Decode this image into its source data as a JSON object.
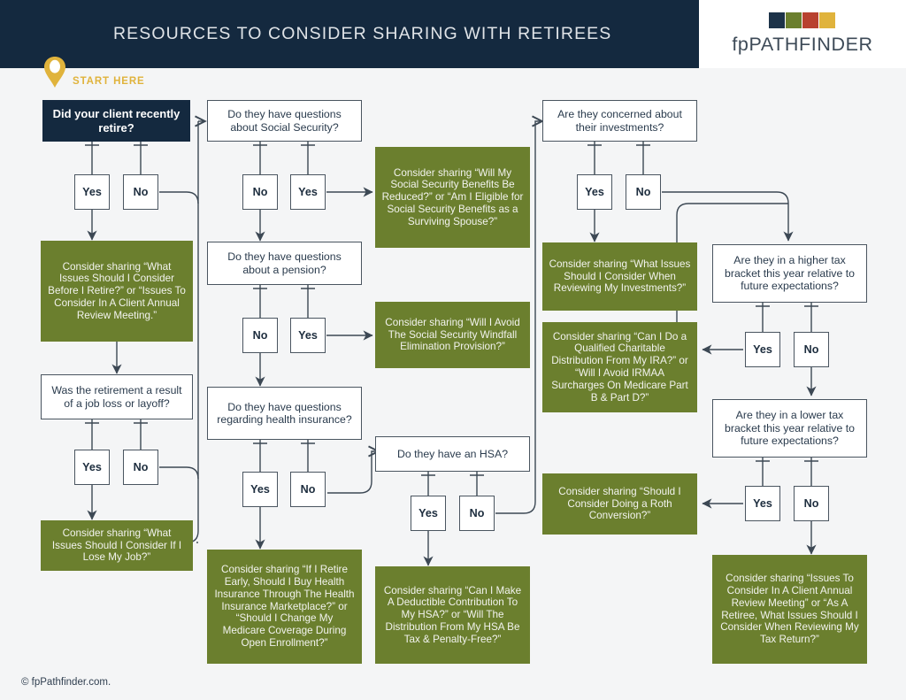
{
  "header": {
    "title": "RESOURCES TO CONSIDER SHARING WITH RETIREES",
    "logo_text_fp": "fp",
    "logo_text_main": "PATHFINDER",
    "logo_colors": [
      "#1d3349",
      "#6b7f2e",
      "#b8412f",
      "#e0b33c"
    ],
    "bar_color": "#14293f"
  },
  "start": {
    "label": "START HERE",
    "pin_icon": "location-pin-icon",
    "accent_color": "#e0b33c"
  },
  "footer": {
    "copyright": "© fpPathfinder.com."
  },
  "colors": {
    "green_box": "#6b7f2e",
    "navy_box": "#14293f",
    "line": "#4a5560",
    "page_bg": "#f4f5f6"
  },
  "nodes": {
    "start_q": "Did your client recently retire?",
    "retire_yes": "Yes",
    "retire_no": "No",
    "green_before_retire": "Consider sharing “What Issues Should I Consider Before I Retire?” or “Issues To Consider In A Client Annual Review Meeting.”",
    "job_loss_q": "Was the retirement a result of a job loss or layoff?",
    "job_loss_yes": "Yes",
    "job_loss_no": "No",
    "green_lose_job": "Consider sharing “What Issues Should I Consider If I Lose My Job?”",
    "social_security_q": "Do they have questions about Social Security?",
    "ss_no": "No",
    "ss_yes": "Yes",
    "green_social_security": "Consider sharing “Will My Social Security Benefits Be Reduced?” or “Am I Eligible for Social Security Benefits as a Surviving Spouse?”",
    "pension_q": "Do they have questions about a pension?",
    "pension_no": "No",
    "pension_yes": "Yes",
    "green_pension": "Consider sharing “Will I Avoid The Social Security Windfall Elimination Provision?”",
    "health_q": "Do they have questions regarding health insurance?",
    "health_yes": "Yes",
    "health_no": "No",
    "green_health": "Consider sharing  “If I Retire Early, Should I Buy Health Insurance Through The Health Insurance Marketplace?” or “Should I Change My Medicare Coverage During Open Enrollment?”",
    "hsa_q": "Do they have an HSA?",
    "hsa_yes": "Yes",
    "hsa_no": "No",
    "green_hsa": "Consider sharing “Can I Make A Deductible Contribution To My HSA?” or “Will The Distribution From My HSA Be Tax & Penalty-Free?”",
    "investments_q": "Are they concerned about their investments?",
    "inv_yes": "Yes",
    "inv_no": "No",
    "green_investments": "Consider sharing “What Issues Should I Consider When Reviewing My Investments?”",
    "higher_tax_q": "Are they in a higher tax bracket this year relative to future expectations?",
    "higher_yes": "Yes",
    "higher_no": "No",
    "green_qcd": "Consider sharing “Can I Do a Qualified Charitable Distribution From My IRA?” or “Will I Avoid IRMAA Surcharges On Medicare Part B & Part D?”",
    "lower_tax_q": "Are they in a lower tax bracket this year relative to future expectations?",
    "lower_yes": "Yes",
    "lower_no": "No",
    "green_roth": "Consider sharing “Should I Consider Doing a Roth Conversion?”",
    "green_tax_return": "Consider sharing “Issues To Consider In A Client Annual Review Meeting” or “As A Retiree, What Issues Should I Consider When Reviewing My Tax Return?”"
  }
}
